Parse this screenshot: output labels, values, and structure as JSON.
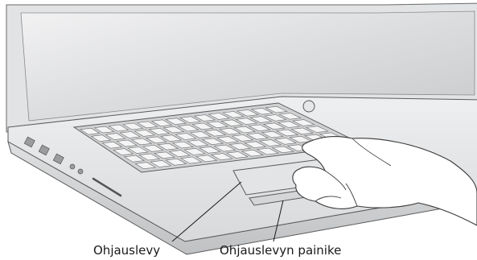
{
  "callouts": {
    "trackpad": "Ohjauslevy",
    "trackpad_button": "Ohjauslevyn painike"
  },
  "colors": {
    "body": "#e9eaeb",
    "body_shade": "#cfd1d3",
    "screen": "#dcdddf",
    "key": "#f4f4f5",
    "outline": "#5a5a5a",
    "leader": "#1a1a1a"
  },
  "illustration": {
    "subject": "laptop-with-hand-on-trackpad",
    "style": "greyscale line drawing"
  }
}
